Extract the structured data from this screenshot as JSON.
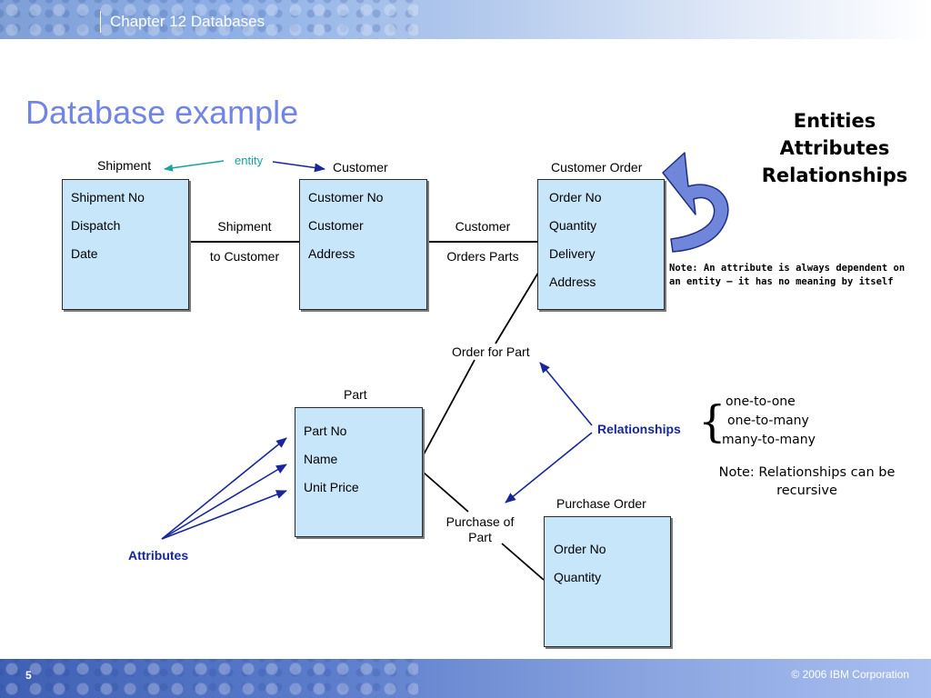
{
  "header": {
    "chapter": "Chapter 12 Databases"
  },
  "title": "Database example",
  "sidebar_heading": [
    "Entities",
    "Attributes",
    "Relationships"
  ],
  "entity_label": "entity",
  "entities": {
    "shipment": {
      "name": "Shipment",
      "fields": [
        "Shipment No",
        "Dispatch",
        "Date"
      ]
    },
    "customer": {
      "name": "Customer",
      "fields": [
        "Customer No",
        "Customer",
        "Address"
      ]
    },
    "customer_order": {
      "name": "Customer Order",
      "fields": [
        "Order No",
        "Quantity",
        "Delivery",
        "Address"
      ]
    },
    "part": {
      "name": "Part",
      "fields": [
        "Part No",
        "Name",
        "Unit Price"
      ]
    },
    "purchase_order": {
      "name": "Purchase Order",
      "fields": [
        "Order No",
        "Quantity"
      ]
    }
  },
  "relationships": {
    "shipment_to_customer": [
      "Shipment",
      "to Customer"
    ],
    "customer_orders_parts": [
      "Customer",
      "Orders Parts"
    ],
    "order_for_part": "Order for Part",
    "purchase_of_part": [
      "Purchase of",
      "Part"
    ]
  },
  "labels": {
    "relationships": "Relationships",
    "attributes": "Attributes"
  },
  "note_attribute": "Note: An attribute is always dependent on an entity – it has no meaning by itself",
  "relationship_types": [
    "one-to-one",
    "one-to-many",
    "many-to-many"
  ],
  "note_recursive": "Note: Relationships can be recursive",
  "footer": {
    "page": "5",
    "copyright": "© 2006 IBM Corporation"
  },
  "colors": {
    "title": "#7285e5",
    "entity_box": "#c8e6fa",
    "annotation_blue": "#17279a",
    "entity_teal": "#18a2a2",
    "curved_arrow": "#6f86db"
  },
  "icons": [
    "curved-arrow-icon",
    "brace-icon"
  ]
}
